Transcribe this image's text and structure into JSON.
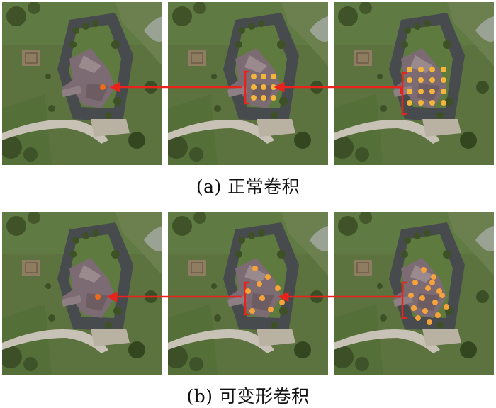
{
  "captions": {
    "a": "(a) 正常卷积",
    "b": "(b) 可变形卷积"
  },
  "colors": {
    "arrow": "#e8231c",
    "bracket": "#e8231c",
    "sample_dot": "#f39a2c",
    "center_dot": "#f06a1a",
    "grass": "#5f7840",
    "roof": "#7b6a70",
    "parking": "#4f5357"
  },
  "panels": {
    "row_a": [
      "panel-original",
      "panel-layer1-regular",
      "panel-layer2-regular"
    ],
    "row_b": [
      "panel-original",
      "panel-layer1-deformable",
      "panel-layer2-deformable"
    ]
  }
}
